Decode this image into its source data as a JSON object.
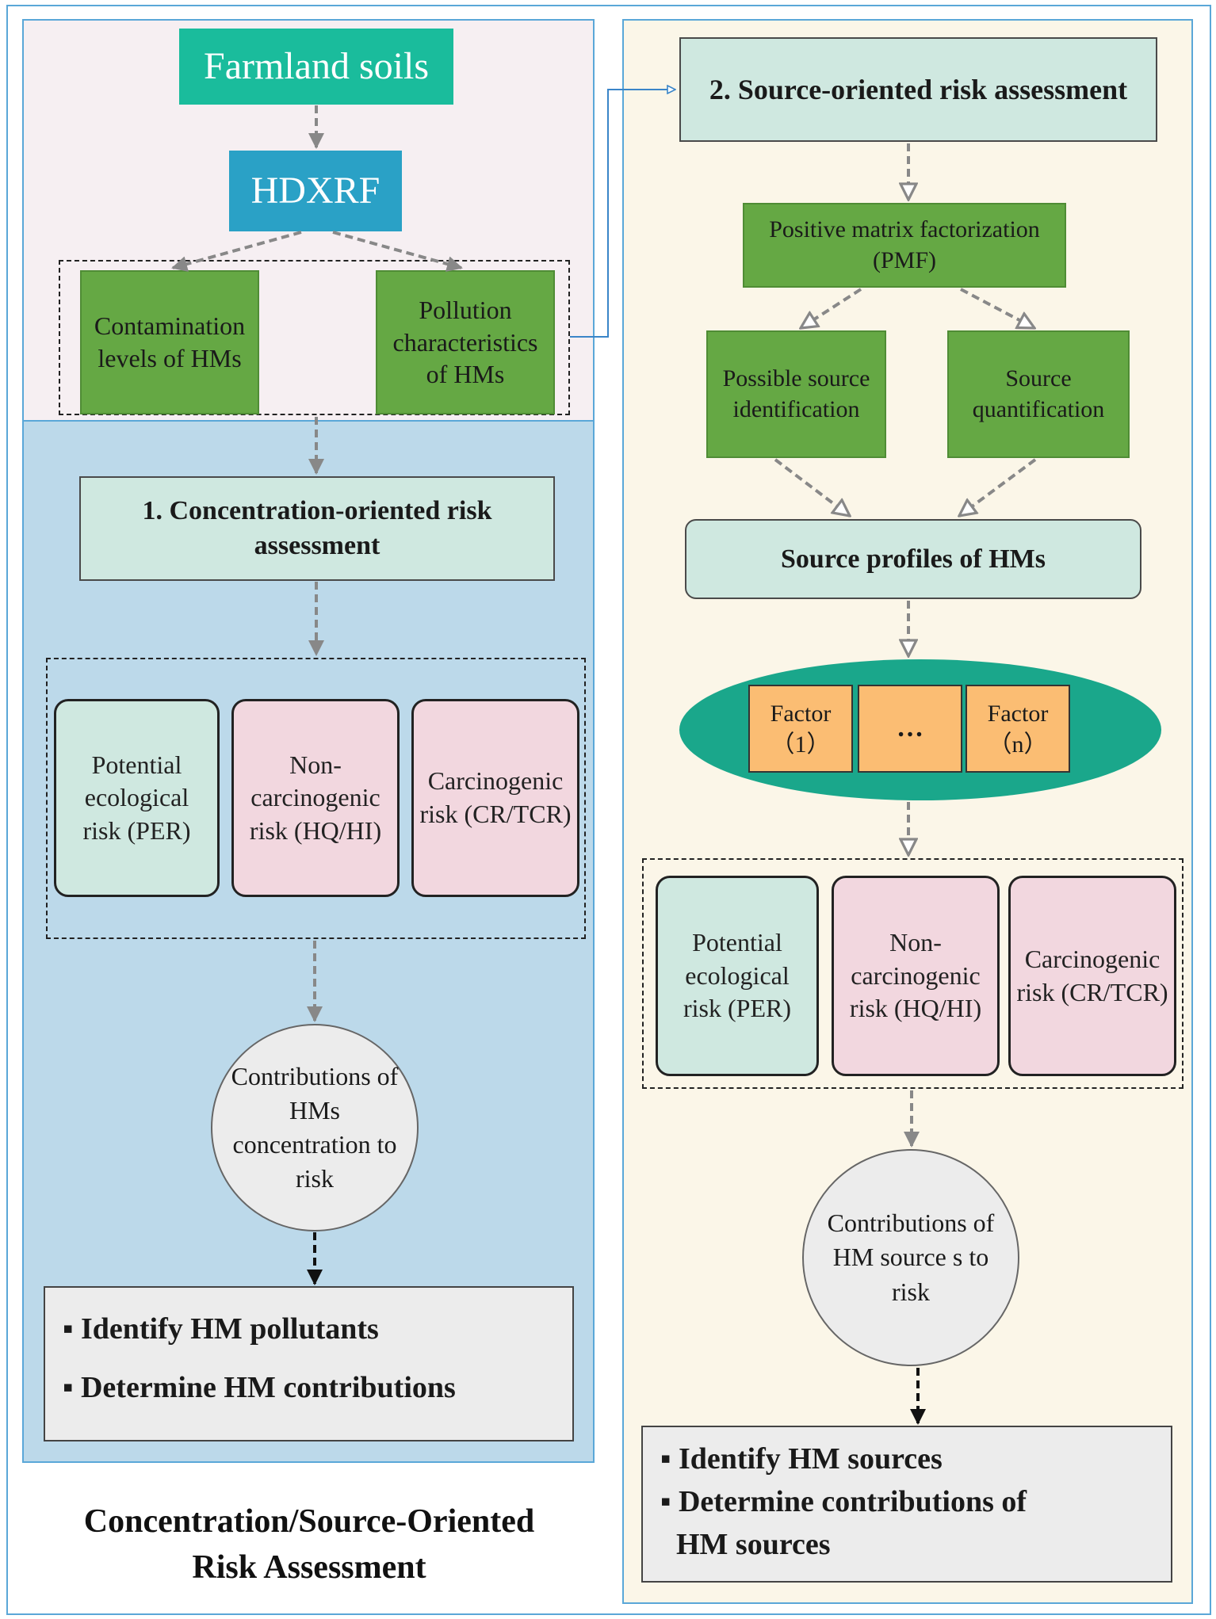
{
  "left": {
    "farmland": "Farmland soils",
    "hdxrf": "HDXRF",
    "contamination": "Contamination levels of HMs",
    "pollution": "Pollution characteristics of HMs",
    "concentration_assessment": "1. Concentration-oriented risk assessment",
    "risks": {
      "per": "Potential ecological risk (PER)",
      "noncarc": "Non-carcinogenic risk (HQ/HI)",
      "carc": "Carcinogenic risk (CR/TCR)"
    },
    "contrib": "Contributions of HMs concentration to risk",
    "result1": "Identify  HM pollutants",
    "result2": "Determine HM contributions"
  },
  "right": {
    "source_assessment": "2. Source-oriented risk assessment",
    "pmf": "Positive matrix factorization (PMF)",
    "possible_source": "Possible source identification",
    "source_quant": "Source quantification",
    "source_profiles": "Source profiles of HMs",
    "factor1": "Factor （1）",
    "ellipsis": "…",
    "factorn": "Factor （n）",
    "risks": {
      "per": "Potential ecological risk (PER)",
      "noncarc": "Non-carcinogenic risk (HQ/HI)",
      "carc": "Carcinogenic risk (CR/TCR)"
    },
    "contrib": "Contributions of HM source s to risk",
    "result1": "Identify HM sources",
    "result2_line1": "Determine contributions of",
    "result2_line2": "HM sources"
  },
  "caption_line1": "Concentration/Source-Oriented",
  "caption_line2": "Risk Assessment",
  "colors": {
    "left_top_bg": "#f6eff2",
    "left_bottom_bg": "#bcd9ea",
    "right_bg": "#fbf6e8",
    "green": "#65a844",
    "teal": "#1abc9c",
    "blue": "#2aa1c6",
    "orange": "#fbbd73",
    "ellipse": "#1aa78b"
  }
}
